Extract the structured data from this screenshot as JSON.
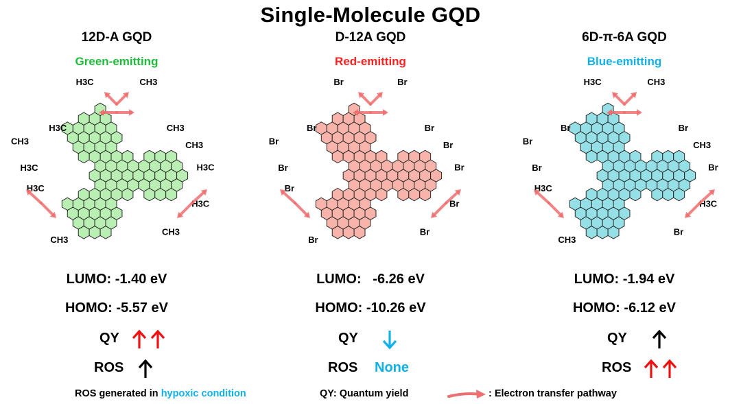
{
  "title": "Single-Molecule GQD",
  "colors": {
    "green_text": "#1fbb3a",
    "red_text": "#ff2020",
    "blue_text": "#10b0e8",
    "green_fill": "#b9efb3",
    "red_fill": "#f8b4aa",
    "blue_fill": "#95e0e6",
    "arrow_pink": "#ee6f6f",
    "arrow_red": "#ee1111",
    "arrow_blue": "#10b0e8",
    "arrow_black": "#000000"
  },
  "panels": [
    {
      "name": "12D-A GQD",
      "emission": "Green-emitting",
      "emission_color": "#1fbb3a",
      "substituents": [
        "H3C",
        "CH3",
        "H3C",
        "CH3",
        "H3C",
        "CH3",
        "H3C",
        "CH3",
        "H3C",
        "CH3",
        "H3C",
        "CH3"
      ],
      "lumo": "LUMO: -1.40 eV",
      "homo": "HOMO: -5.57 eV",
      "qy_label": "QY",
      "qy_arrows": [
        "up-red",
        "up-red"
      ],
      "ros_label": "ROS",
      "ros_arrows": [
        "up-black"
      ]
    },
    {
      "name": "D-12A GQD",
      "emission": "Red-emitting",
      "emission_color": "#ff2020",
      "substituents": [
        "Br",
        "Br",
        "Br",
        "Br",
        "Br",
        "Br",
        "Br",
        "Br",
        "Br",
        "Br",
        "Br",
        "Br"
      ],
      "lumo": "LUMO:   -6.26 eV",
      "homo": "HOMO: -10.26 eV",
      "qy_label": "QY",
      "qy_arrows": [
        "down-blue"
      ],
      "ros_label": "ROS",
      "ros_value": "None"
    },
    {
      "name": "6D-π-6A GQD",
      "emission": "Blue-emitting",
      "emission_color": "#10b0e8",
      "substituents": [
        "H3C",
        "CH3",
        "Br",
        "Br",
        "Br",
        "Br",
        "H3C",
        "CH3",
        "H3C",
        "Br",
        "Br",
        "CH3"
      ],
      "lumo": "LUMO: -1.94 eV",
      "homo": "HOMO: -6.12 eV",
      "qy_label": "QY",
      "qy_arrows": [
        "up-black"
      ],
      "ros_label": "ROS",
      "ros_arrows": [
        "up-red",
        "up-red"
      ]
    }
  ],
  "footer": {
    "ros_prefix": "ROS generated in",
    "ros_condition": "hypoxic condition",
    "qy_note": "QY: Quantum yield",
    "legend_note": ": Electron transfer pathway"
  }
}
